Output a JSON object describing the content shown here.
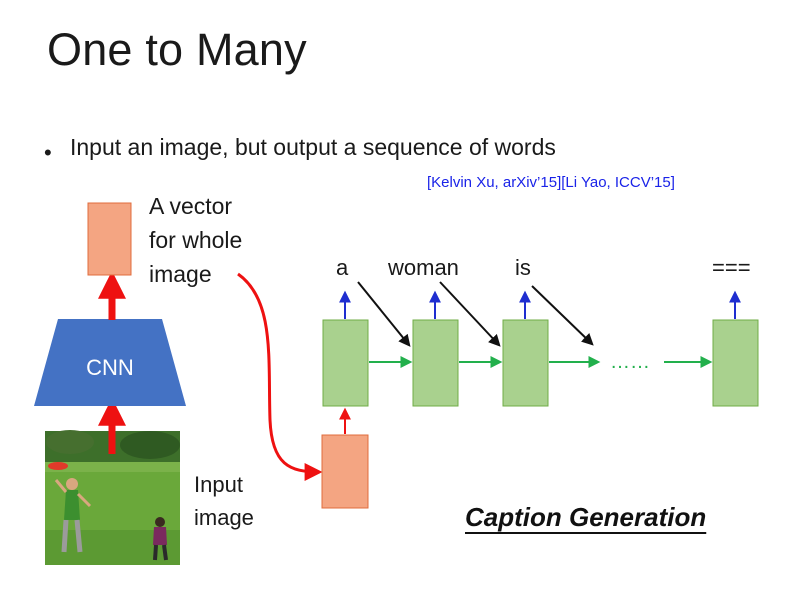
{
  "slide": {
    "title": "One to Many",
    "bullet": "Input an image, but output a sequence of words",
    "citation": "[Kelvin Xu, arXiv’15][Li Yao, ICCV’15]",
    "vector_label_lines": [
      "A vector",
      "for whole",
      "image"
    ],
    "input_label_lines": [
      "Input",
      "image"
    ],
    "cnn_label": "CNN",
    "words": [
      "a",
      "woman",
      "is",
      "==="
    ],
    "ellipsis": "……",
    "caption": "Caption Generation"
  },
  "colors": {
    "rnn_cell_fill": "#a9d18e",
    "rnn_cell_stroke": "#70ad47",
    "vector_fill": "#f4a582",
    "vector_stroke": "#e06c3c",
    "cnn_fill": "#4472c4",
    "red_arrow": "#ee1111",
    "green_arrow": "#22b04c",
    "blue_arrow": "#1f2ed0",
    "citation": "#1a23e8"
  },
  "icons": {
    "input_photo": "photo-woman-child-frisbee-icon"
  }
}
